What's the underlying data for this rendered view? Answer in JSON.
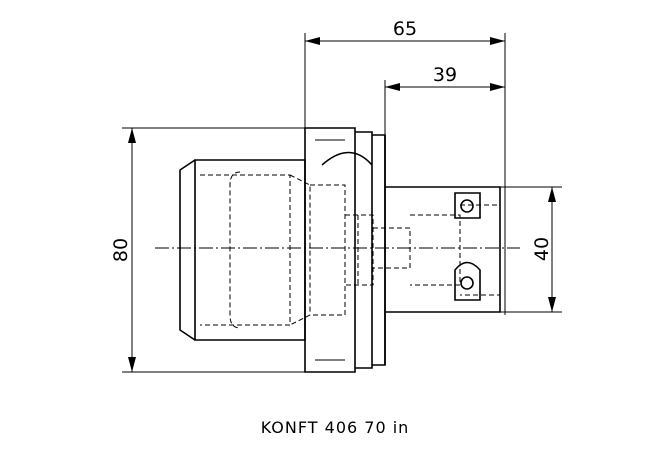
{
  "dimensions": {
    "overall_length": "65",
    "shank_length": "39",
    "flange_diameter": "80",
    "shank_diameter": "40"
  },
  "caption": "KONFT 406 70 in"
}
